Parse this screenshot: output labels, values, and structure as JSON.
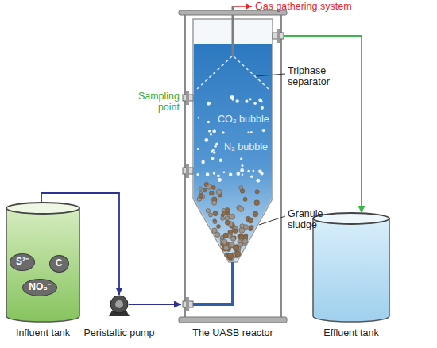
{
  "diagram": {
    "nodes": [
      {
        "text": [
          "Influent tank"
        ]
      },
      {
        "text": [
          "S²⁻"
        ],
        "in": 0
      },
      {
        "text": [
          "C"
        ],
        "in": 0
      },
      {
        "text": [
          "NO₃⁻"
        ],
        "in": 0
      },
      {
        "text": [
          "Peristaltic pump"
        ]
      },
      {
        "text": [
          "The UASB reactor"
        ]
      },
      {
        "text": [
          "Effluent tank"
        ]
      }
    ],
    "edges": [
      {
        "from": 0,
        "to": 4,
        "arrow": "to"
      },
      {
        "from": 4,
        "to": 5,
        "arrow": "to"
      },
      {
        "from": 5,
        "to": 6,
        "arrow": "to"
      }
    ],
    "labels": [
      "Gas gathering system",
      "Sampling point",
      "Triphase separator",
      "CO₂ bubble",
      "N₂ bubble",
      "Granule sludge"
    ]
  }
}
